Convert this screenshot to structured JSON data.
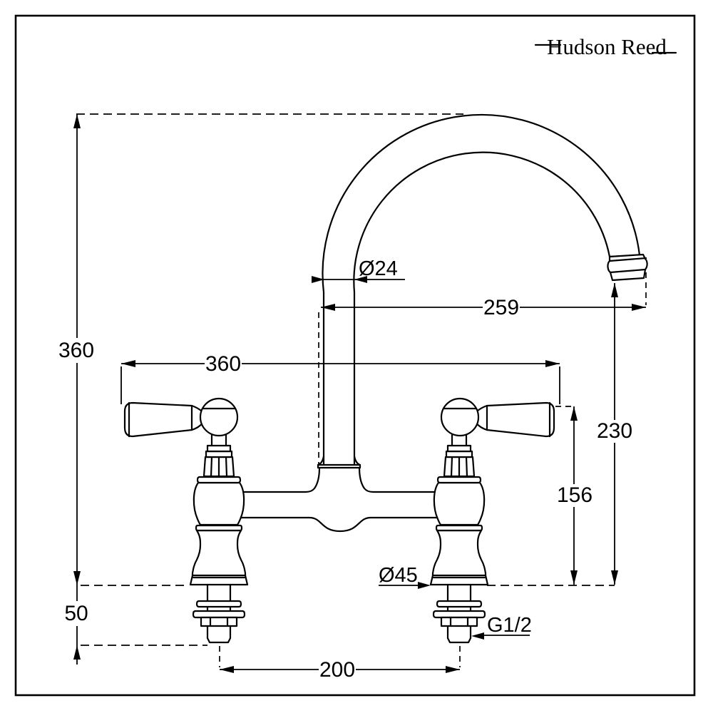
{
  "brand": {
    "logo": "Hudson Reed"
  },
  "drawing": {
    "subject": "bridge-kitchen-tap-dimension-drawing"
  },
  "annotations": {
    "overall_height": "360",
    "handle_span": "360",
    "spout_reach": "259",
    "outlet_height": "230",
    "handle_height": "156",
    "below_deck": "50",
    "inlet_centres": "200",
    "spout_diameter": "Ø24",
    "base_diameter": "Ø45",
    "inlet_thread": "G1/2"
  },
  "colors": {
    "ink": "#000000",
    "paper": "#ffffff"
  }
}
